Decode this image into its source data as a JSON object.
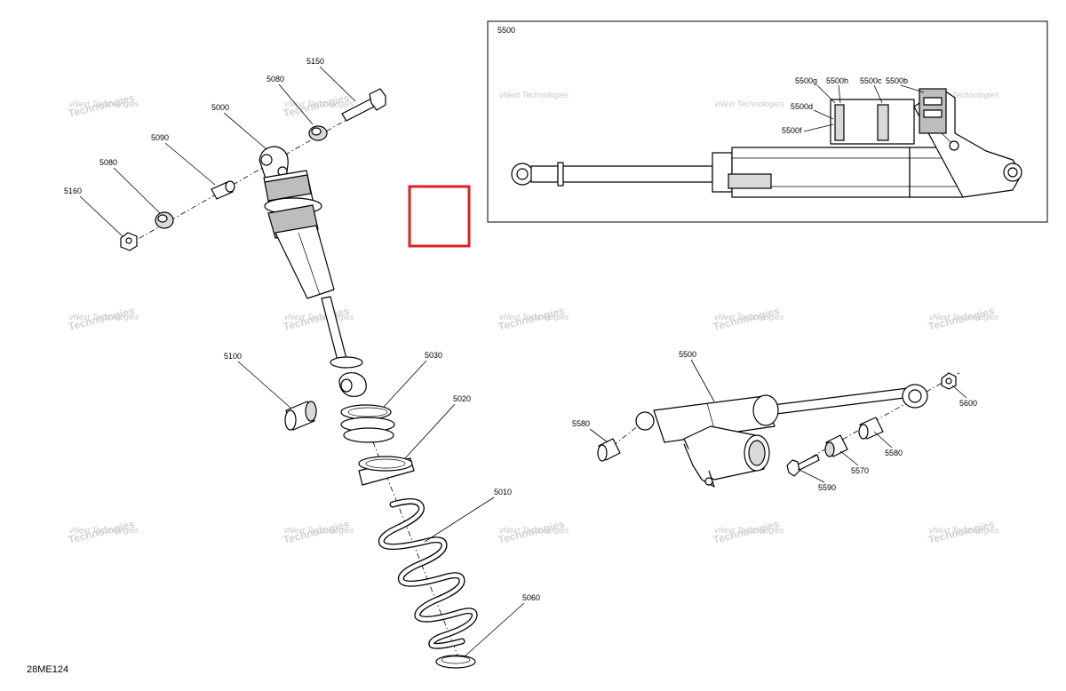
{
  "diagram": {
    "figure_code": "28ME124",
    "watermark": {
      "line1": "vNext Technologies",
      "line2": "Technologies"
    },
    "inset_title": "5500",
    "inset_labels": [
      "5500g",
      "5500h",
      "5500c",
      "5500b",
      "5500d",
      "5500f"
    ],
    "labels": {
      "p5150": "5150",
      "p5080a": "5080",
      "p5000": "5000",
      "p5090": "5090",
      "p5080b": "5080",
      "p5160": "5160",
      "p5100": "5100",
      "p5030": "5030",
      "p5020": "5020",
      "p5010": "5010",
      "p5060": "5060",
      "p5500": "5500",
      "p5580a": "5580",
      "p5600": "5600",
      "p5570": "5570",
      "p5580b": "5580",
      "p5590": "5590"
    },
    "colors": {
      "highlight_box": "#e02020",
      "line": "#000000"
    }
  }
}
